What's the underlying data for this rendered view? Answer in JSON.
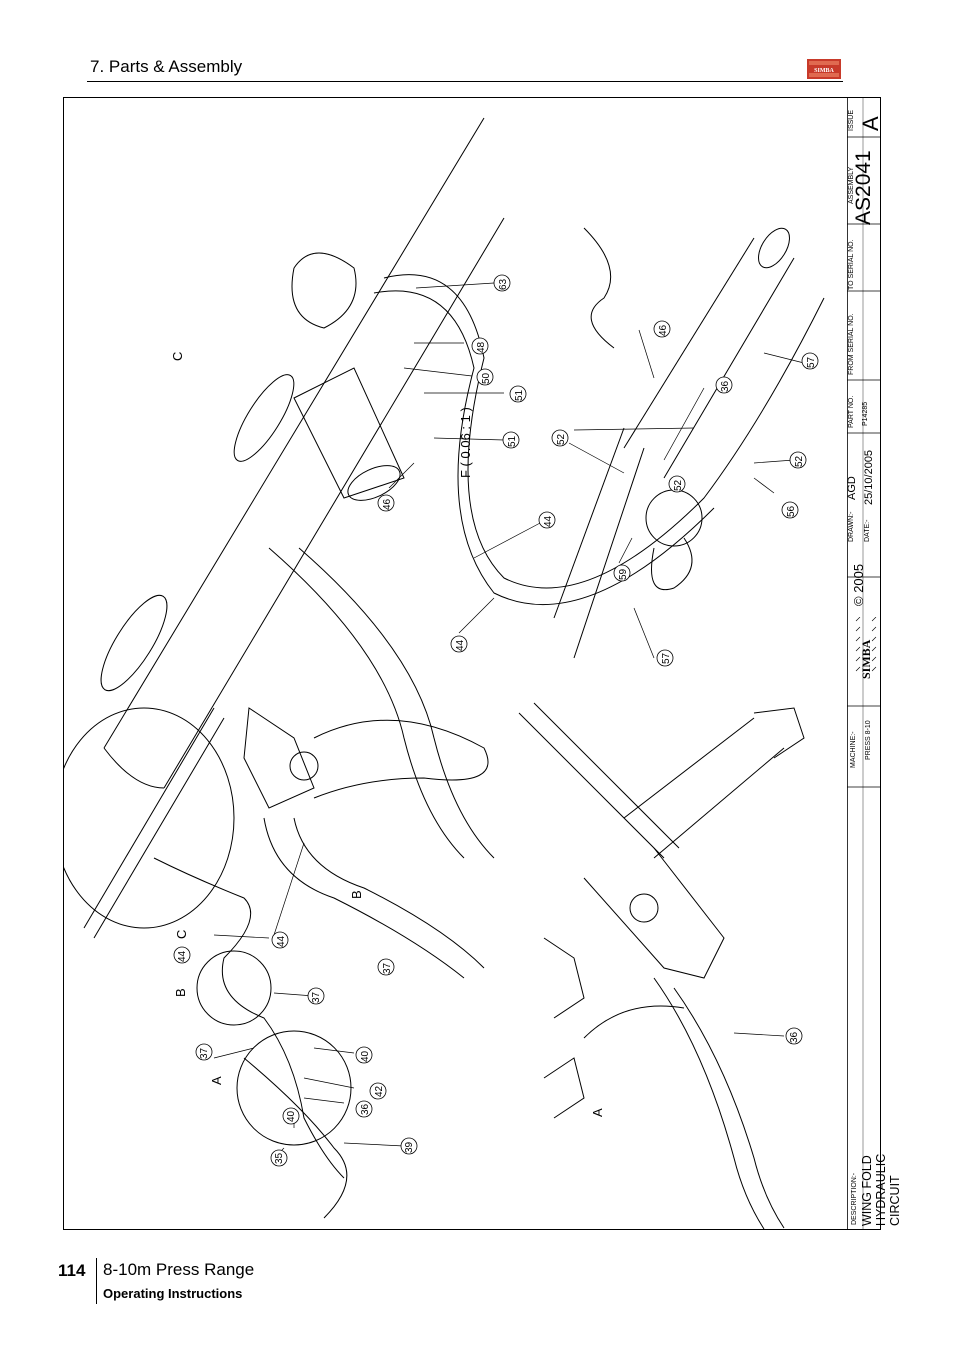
{
  "header": {
    "section_title": "7. Parts & Assembly",
    "logo_text": "SIMBA"
  },
  "drawing": {
    "view_labels": [
      "C",
      "B",
      "A",
      "C",
      "B",
      "A"
    ],
    "scale_note": "F ( 0.06 : 1 )",
    "callouts": [
      "63",
      "48",
      "50",
      "51",
      "51",
      "46",
      "52",
      "44",
      "44",
      "46",
      "57",
      "36",
      "52",
      "52",
      "56",
      "59",
      "57",
      "37",
      "44",
      "44",
      "37",
      "37",
      "40",
      "42",
      "36",
      "40",
      "35",
      "39",
      "36"
    ]
  },
  "title_block": {
    "issue_label": "ISSUE",
    "issue_value": "A",
    "assembly_label": "ASSEMBLY",
    "assembly_value": "AS2041",
    "to_serial_label": "TO SERIAL NO.",
    "from_serial_label": "FROM SERIAL NO.",
    "part_no_label": "PART NO.",
    "part_no_value": "P14285",
    "drawn_label": "DRAWN:-",
    "drawn_value": "AGD",
    "date_label": "DATE:-",
    "date_value": "25/10/2005",
    "copyright": "© 2005",
    "logo_text": "SIMBA",
    "machine_label": "MACHINE:-",
    "machine_value": "PRESS 8-10",
    "description_label": "DESCRIPTION:-",
    "description_value": "WING FOLD HYDRAULIC CIRCUIT"
  },
  "footer": {
    "page_number": "114",
    "range": "8-10m Press Range",
    "subtitle": "Operating Instructions"
  }
}
